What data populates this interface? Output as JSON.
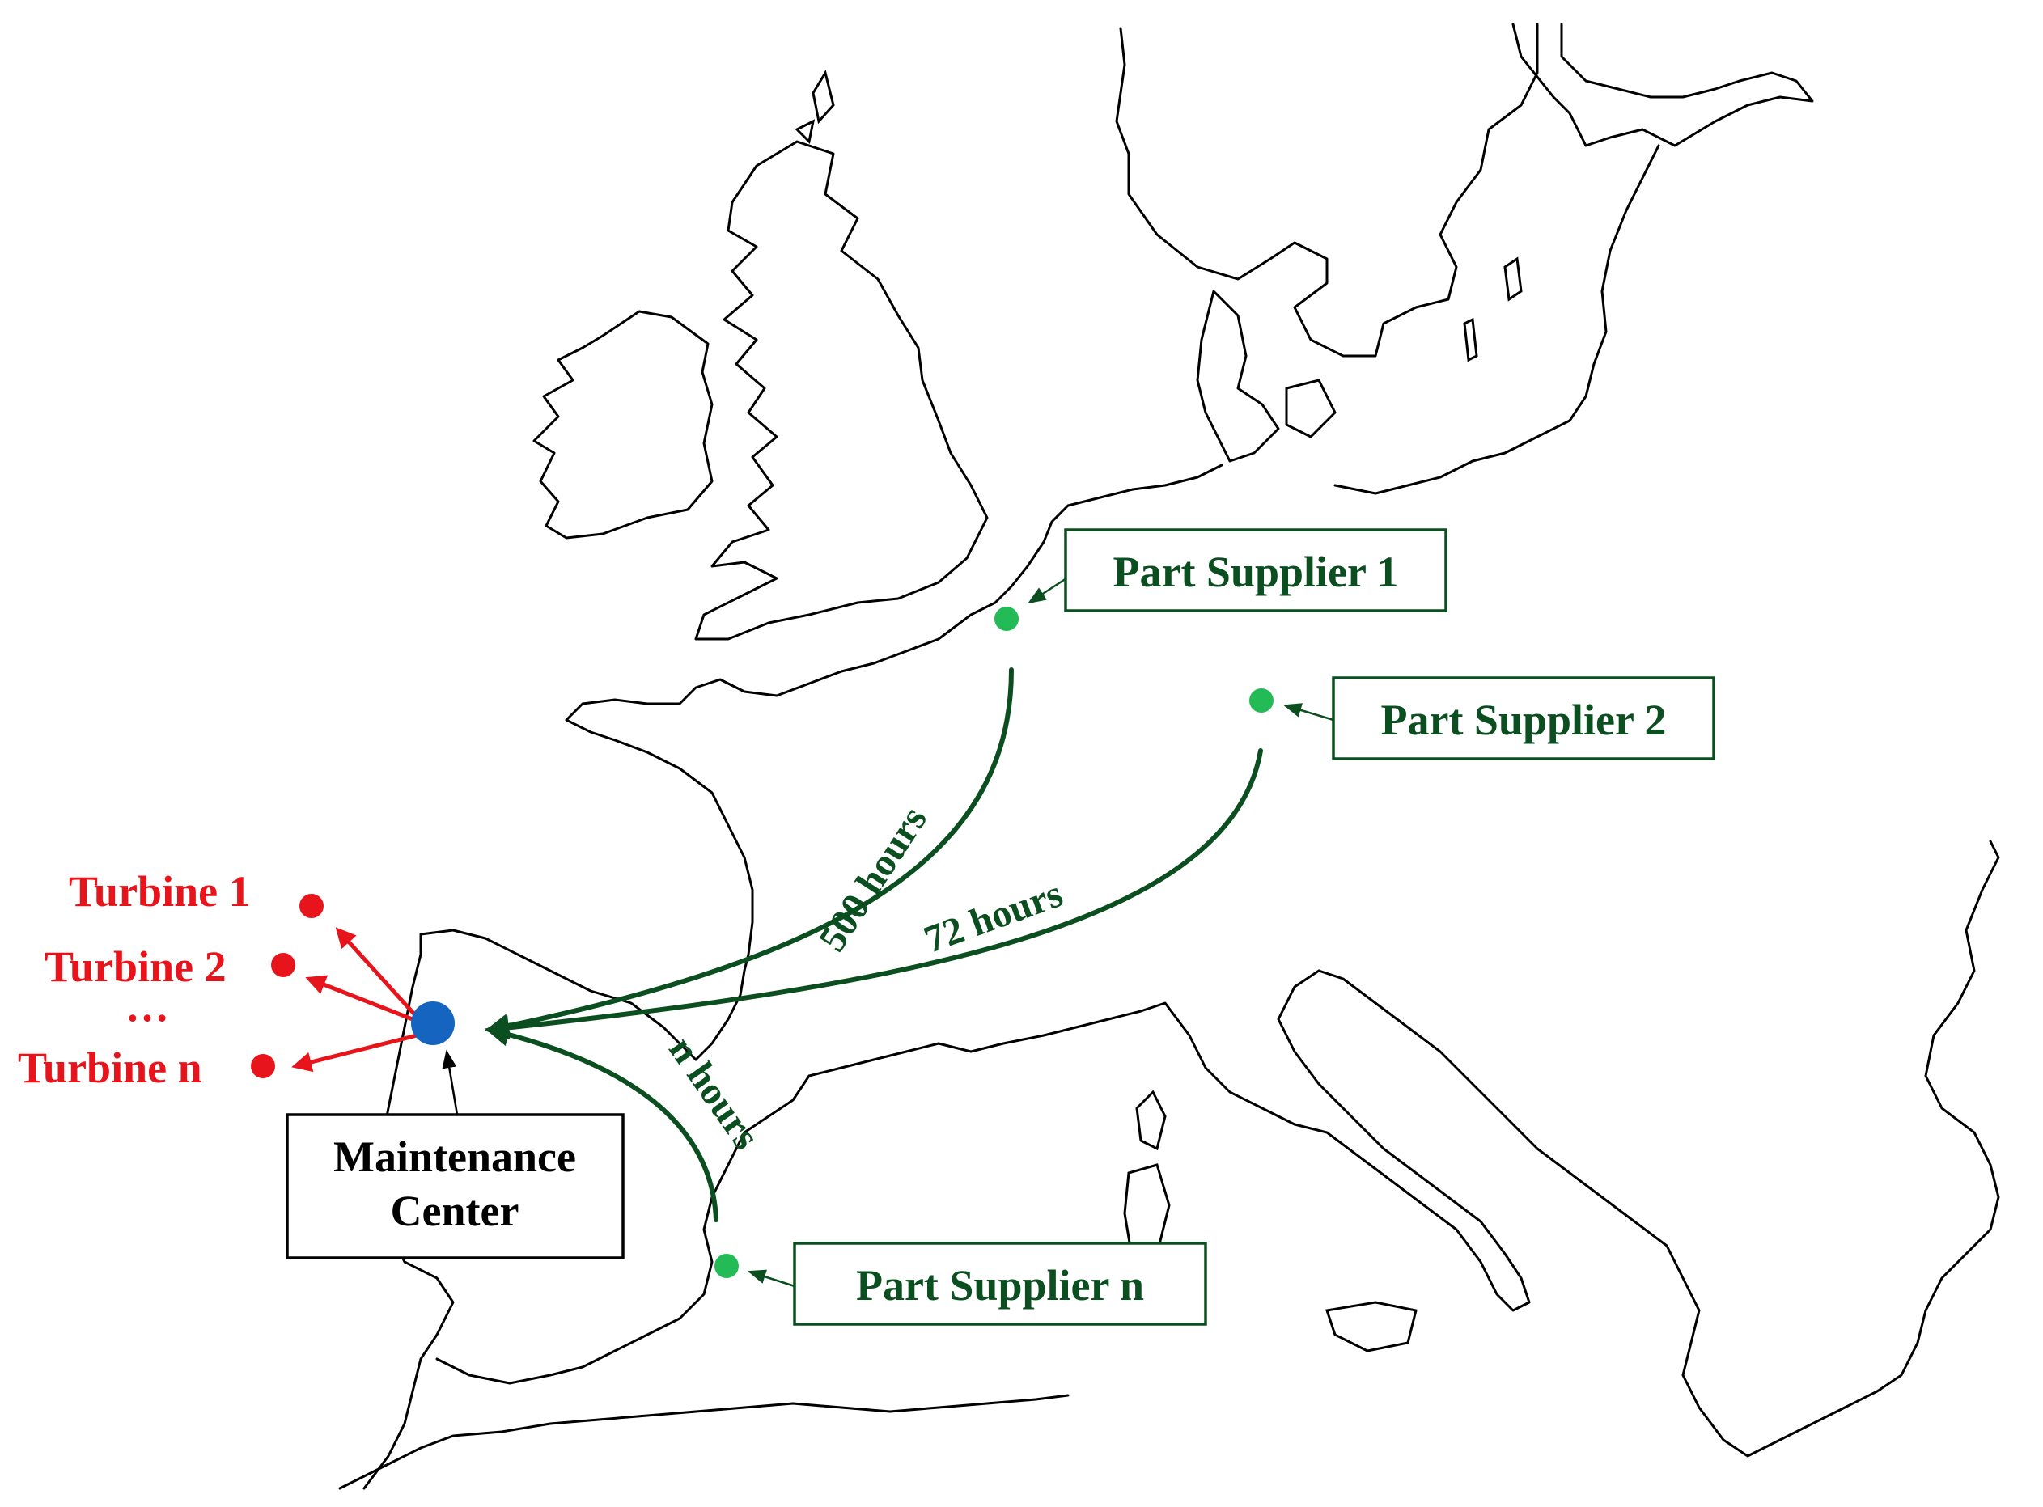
{
  "colors": {
    "route": "#0b4f20",
    "supplier_dot": "#22bb55",
    "turbine": "#e8141b",
    "maintenance_dot": "#1565c0",
    "coastline": "#000000",
    "background": "#ffffff"
  },
  "suppliers": [
    {
      "label": "Part Supplier  1",
      "route_time": "500 hours"
    },
    {
      "label": "Part Supplier  2",
      "route_time": "72 hours"
    },
    {
      "label": "Part Supplier  n",
      "route_time": "n hours"
    }
  ],
  "maintenance_center": {
    "line1": "Maintenance",
    "line2": "Center"
  },
  "turbines": [
    {
      "label": "Turbine  1"
    },
    {
      "label": "Turbine  2"
    },
    {
      "label": "Turbine  n"
    }
  ],
  "turbine_ellipsis": "…"
}
